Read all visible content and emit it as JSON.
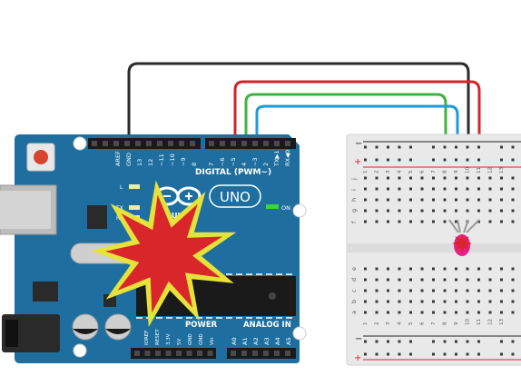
{
  "arduino": {
    "brand": "ARDUINO",
    "model": "UNO",
    "digital_label": "DIGITAL (PWM~)",
    "power_label": "POWER",
    "analog_label": "ANALOG IN",
    "on_label": "ON",
    "l_label": "L",
    "tx_label": "TX",
    "rx_label": "RX",
    "top_pins": [
      "AREF",
      "GND",
      "13",
      "12",
      "~11",
      "~10",
      "~9",
      "8",
      "7",
      "~6",
      "~5",
      "4",
      "~3",
      "2",
      "TX▶1",
      "RX◀0"
    ],
    "power_pins": [
      "IOREF",
      "RESET",
      "3.3V",
      "5V",
      "GND",
      "GND",
      "Vin"
    ],
    "analog_pins": [
      "A0",
      "A1",
      "A2",
      "A3",
      "A4",
      "A5"
    ]
  },
  "breadboard": {
    "row_letters_top": [
      "j",
      "i",
      "h",
      "g",
      "f"
    ],
    "row_letters_bottom": [
      "e",
      "d",
      "c",
      "b",
      "a"
    ],
    "col_numbers": [
      "1",
      "2",
      "3",
      "4",
      "5",
      "6",
      "7",
      "8",
      "9",
      "10",
      "11",
      "12",
      "13"
    ],
    "minus": "−",
    "plus": "+"
  },
  "wires": [
    {
      "name": "gnd-wire",
      "color": "#2b2b2b"
    },
    {
      "name": "red-wire",
      "color": "#d62229"
    },
    {
      "name": "green-wire",
      "color": "#3db43d"
    },
    {
      "name": "blue-wire",
      "color": "#1e9ad6"
    }
  ],
  "colors": {
    "board": "#1e6f9f",
    "board_dark": "#18577d",
    "header": "#1a1a1a",
    "explosion_outer": "#e7e23a",
    "explosion_inner": "#d9262b",
    "led": "#e91e8c"
  }
}
